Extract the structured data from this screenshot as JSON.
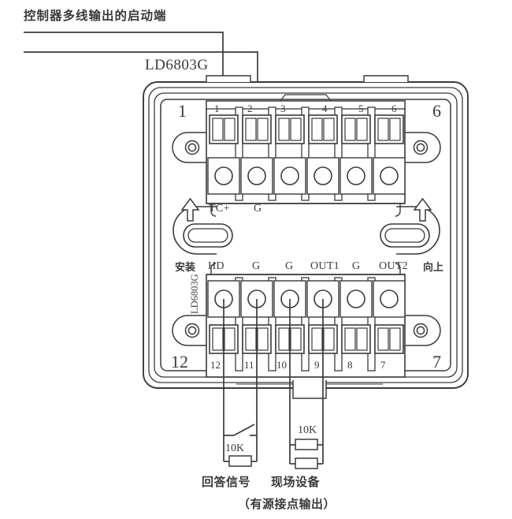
{
  "diagram": {
    "title_top": "控制器多线输出的启动端",
    "model_label": "LD6803G",
    "model_vertical": "LD6803G",
    "side_left_big": "1",
    "side_right_big": "6",
    "side_left_big_bottom": "12",
    "side_right_big_bottom": "7",
    "mount_left_text": "安装",
    "mount_right_text": "向上",
    "top_terminal_numbers": [
      "1",
      "2",
      "3",
      "4",
      "5",
      "6"
    ],
    "bottom_terminal_numbers": [
      "12",
      "11",
      "10",
      "9",
      "8",
      "7"
    ],
    "top_terminal_labels": [
      "TC+",
      "G"
    ],
    "bottom_terminal_labels": [
      "HD",
      "G",
      "G",
      "OUT1",
      "G",
      "OUT2"
    ],
    "resistor_left": "10K",
    "resistor_right_top": "10K",
    "footer_left": "回答信号",
    "footer_right": "现场设备",
    "footer_note": "（有源接点输出）",
    "colors": {
      "line": "#3a3a3a",
      "body_fill": "#ffffff",
      "shade": "#8d8d8d",
      "text": "#3a3a3a"
    }
  }
}
